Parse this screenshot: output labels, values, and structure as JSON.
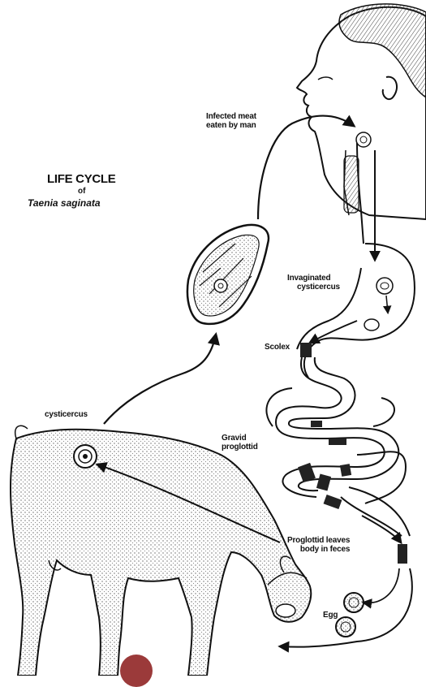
{
  "title": {
    "line1": "LIFE CYCLE",
    "line2": "of",
    "line3": "Taenia saginata"
  },
  "labels": {
    "infected_meat": [
      "Infected meat",
      "eaten by man"
    ],
    "invaginated": [
      "Invaginated",
      "cysticercus"
    ],
    "scolex": "Scolex",
    "gravid": [
      "Gravid",
      "proglottid"
    ],
    "cysticercus": "cysticercus",
    "proglottid_leaves": [
      "Proglottid leaves",
      "body in feces"
    ],
    "egg": "Egg"
  },
  "colors": {
    "ink": "#111111",
    "marker": "#9b3a3a"
  }
}
